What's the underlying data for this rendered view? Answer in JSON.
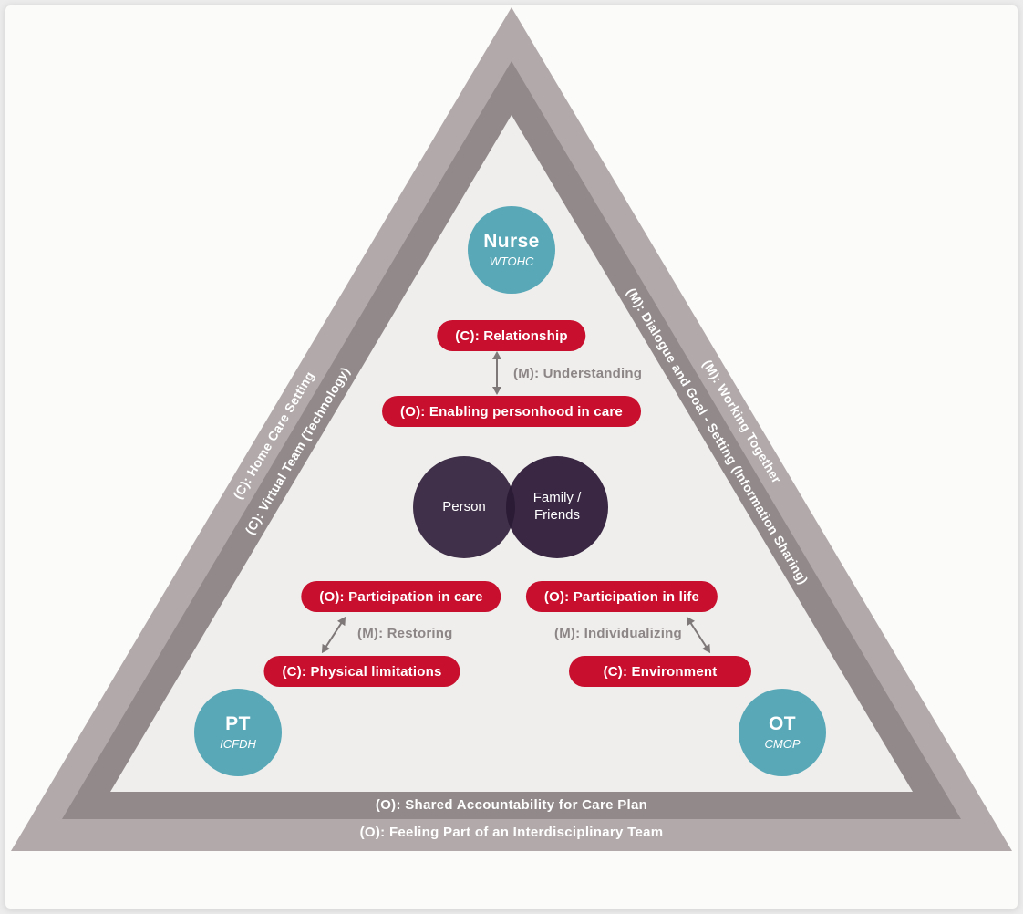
{
  "colors": {
    "pill_crimson": "#c8102e",
    "node_teal": "#58a8b8",
    "person_purple": "#413049",
    "family_purple": "#392744",
    "overlap_purple": "#2b1b35",
    "band_outer_gray": "#b2aaaa",
    "band_inner_gray": "#928a8a",
    "triangle_fill": "#efeeec",
    "mediator_gray": "#8d8686"
  },
  "icons": {
    "double_arrow": "double-headed-arrow"
  },
  "nodes": {
    "nurse": {
      "label": "Nurse",
      "model": "WTOHC"
    },
    "pt": {
      "label": "PT",
      "model": "ICFDH"
    },
    "ot": {
      "label": "OT",
      "model": "CMOP"
    }
  },
  "center": {
    "person": "Person",
    "family": "Family / Friends"
  },
  "pills": {
    "relationship": "(C): Relationship",
    "enabling": "(O): Enabling personhood in care",
    "participation_care": "(O): Participation in care",
    "participation_life": "(O): Participation in life",
    "physical_limitations": "(C): Physical limitations",
    "environment": "(C): Environment"
  },
  "mediators": {
    "understanding": "(M): Understanding",
    "restoring": "(M): Restoring",
    "individualizing": "(M): Individualizing"
  },
  "edge_labels": {
    "left_outer": "(C): Home Care Setting",
    "left_inner": "(C): Virtual Team (Technology)",
    "right_inner": "(M): Dialogue and Goal - Setting (Information Sharing)",
    "right_outer": "(M): Working Together"
  },
  "bottom_labels": {
    "inner": "(O): Shared Accountability for Care Plan",
    "outer": "(O): Feeling Part of an Interdisciplinary Team"
  }
}
